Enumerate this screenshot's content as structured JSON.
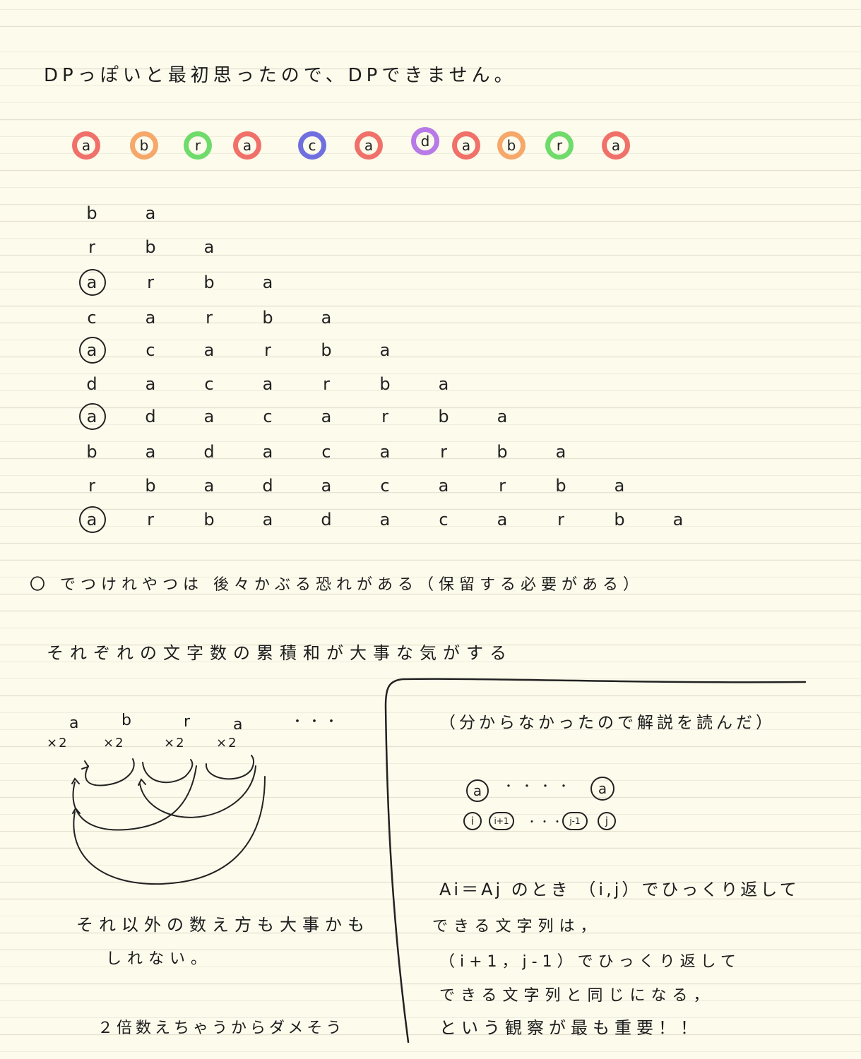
{
  "header_note": "DPっぽいと最初思ったので、DPできません。",
  "sequence": [
    {
      "ch": "a",
      "color": "#f0716a"
    },
    {
      "ch": "b",
      "color": "#f6a86a"
    },
    {
      "ch": "r",
      "color": "#6fdb6a"
    },
    {
      "ch": "a",
      "color": "#f0716a"
    },
    {
      "ch": "c",
      "color": "#6f6fe0"
    },
    {
      "ch": "a",
      "color": "#f0716a"
    },
    {
      "ch": "d",
      "color": "#b77ae6"
    },
    {
      "ch": "a",
      "color": "#f0716a"
    },
    {
      "ch": "b",
      "color": "#f6a86a"
    },
    {
      "ch": "r",
      "color": "#6fdb6a"
    },
    {
      "ch": "a",
      "color": "#f0716a"
    }
  ],
  "triangle_rows": [
    [
      "b",
      "a"
    ],
    [
      "r",
      "b",
      "a"
    ],
    [
      "a",
      "r",
      "b",
      "a"
    ],
    [
      "c",
      "a",
      "r",
      "b",
      "a"
    ],
    [
      "a",
      "c",
      "a",
      "r",
      "b",
      "a"
    ],
    [
      "d",
      "a",
      "c",
      "a",
      "r",
      "b",
      "a"
    ],
    [
      "a",
      "d",
      "a",
      "c",
      "a",
      "r",
      "b",
      "a"
    ],
    [
      "b",
      "a",
      "d",
      "a",
      "c",
      "a",
      "r",
      "b",
      "a"
    ],
    [
      "r",
      "b",
      "a",
      "d",
      "a",
      "c",
      "a",
      "r",
      "b",
      "a"
    ],
    [
      "a",
      "r",
      "b",
      "a",
      "d",
      "a",
      "c",
      "a",
      "r",
      "b",
      "a"
    ]
  ],
  "circled_row_heads": [
    2,
    4,
    6,
    9
  ],
  "note_observation": "〇 でつけれやつは 後々かぶる恐れがある（保留する必要がある）",
  "note_cumsum": "それぞれの文字数の累積和が大事な気がする",
  "note_counting": [
    "それ以外の数え方も大事かも",
    "しれない。"
  ],
  "note_bottom_left": "２倍数えちゃうからダメそう",
  "arc_letters": [
    {
      "ch": "a",
      "mark": "×2"
    },
    {
      "ch": "b",
      "mark": "×2"
    },
    {
      "ch": "r",
      "mark": "×2"
    },
    {
      "ch": "a",
      "mark": "×2"
    }
  ],
  "ellipsis": "・・・",
  "box": {
    "heading": "（分からなかったので解説を読んだ）",
    "top_left": "a",
    "top_right": "a",
    "top_dots": "・・・・",
    "indices": [
      "i",
      "i+1",
      "・・・",
      "j-1",
      "j"
    ],
    "lines": [
      "Ai＝Aj のとき （i,j）でひっくり返して",
      "できる文字列は，",
      "（i+1，j-1）でひっくり返して",
      "できる文字列と同じになる，",
      "という観察が最も重要！！"
    ]
  }
}
